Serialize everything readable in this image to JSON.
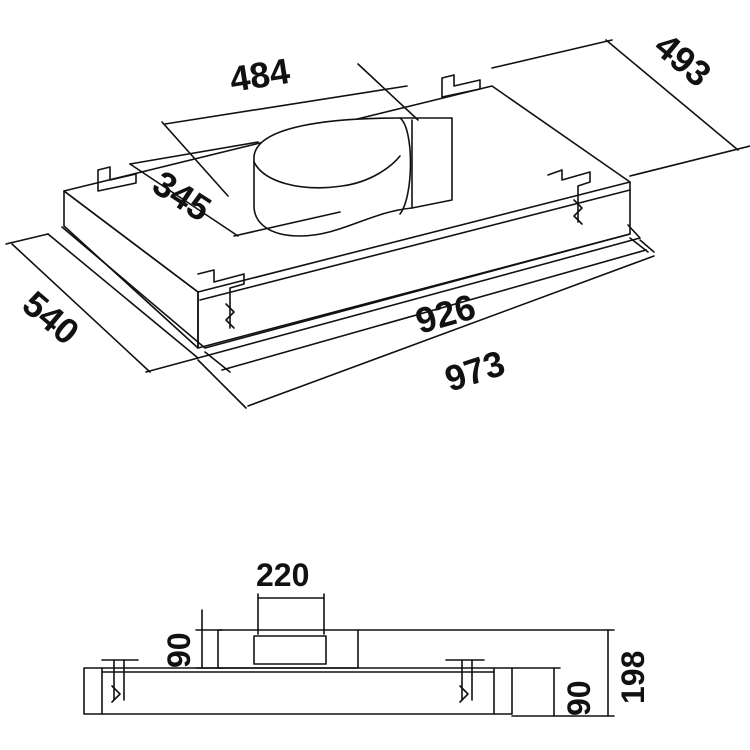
{
  "labels": {
    "top_duct_width": "484",
    "top_body_depth": "493",
    "top_duct_depth": "345",
    "top_overall_depth": "540",
    "top_body_width": "926",
    "top_overall_width": "973",
    "side_duct_width": "220",
    "side_duct_height": "90",
    "side_body_height": "90",
    "side_overall_height": "198"
  },
  "colors": {
    "line": "#111111",
    "fill": "#ffffff"
  }
}
